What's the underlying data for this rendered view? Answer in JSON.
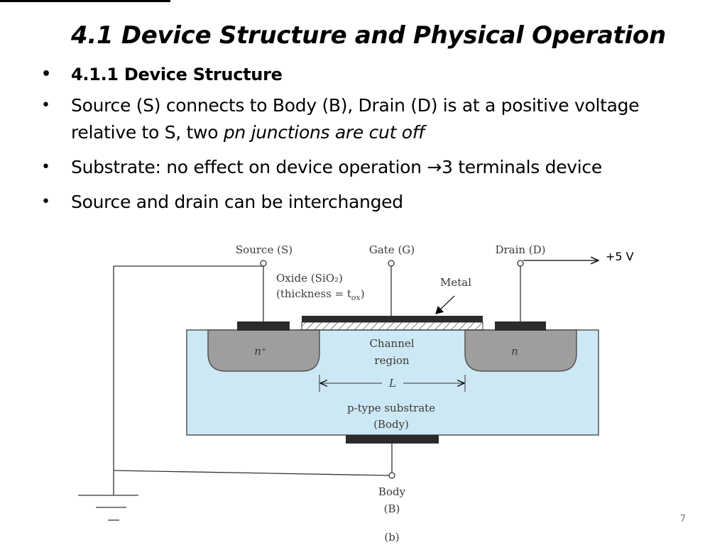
{
  "slide": {
    "title": "4.1 Device Structure and Physical Operation",
    "page_number": "7"
  },
  "bullets": {
    "b1": "4.1.1 Device Structure",
    "b2_part1": "Source (S) connects to Body (B), Drain (D) is at a positive voltage relative to S, two ",
    "b2_part2": "pn junctions are cut off",
    "b3": "Substrate: no effect on device operation →3 terminals device",
    "b4": "Source and drain can be interchanged"
  },
  "diagram": {
    "source_label": "Source (S)",
    "gate_label": "Gate (G)",
    "drain_label": "Drain (D)",
    "drain_voltage": "+5 V",
    "oxide_label": "Oxide (SiO₂)",
    "thickness_label": "(thickness = t",
    "thickness_sub": "ox",
    "thickness_close": ")",
    "metal_label": "Metal",
    "source_region": "n⁺",
    "drain_region": "n",
    "channel_line1": "Channel",
    "channel_line2": "region",
    "length_label": "L",
    "substrate_line1": "p-type substrate",
    "substrate_line2": "(Body)",
    "body_label": "Body",
    "body_abbr": "(B)",
    "figure_label": "(b)",
    "colors": {
      "substrate": "#cce8f4",
      "n_region": "#9e9e9e",
      "contact": "#2b2b2b"
    }
  }
}
